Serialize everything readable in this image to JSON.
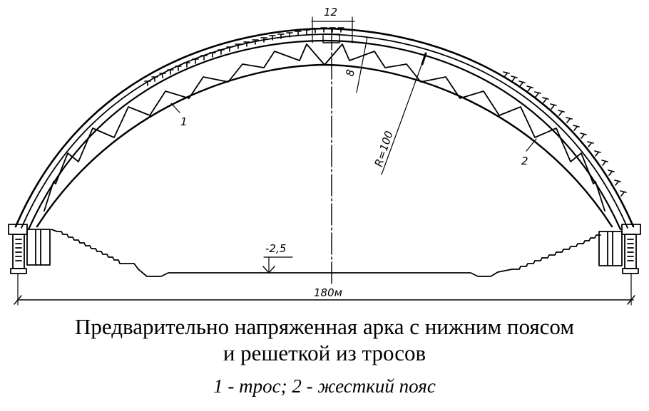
{
  "diagram": {
    "title_line1": "Предварительно напряженная арка с нижним поясом",
    "title_line2": "и решеткой из тросов",
    "legend": "1 - трос; 2 - жесткий пояс",
    "labels": {
      "panel_width": "12",
      "truss_depth": "8",
      "radius": "R=100",
      "ground_level": "-2,5",
      "span": "180м",
      "callout_1": "1",
      "callout_2": "2"
    },
    "colors": {
      "ink": "#000000",
      "background": "#ffffff"
    }
  }
}
